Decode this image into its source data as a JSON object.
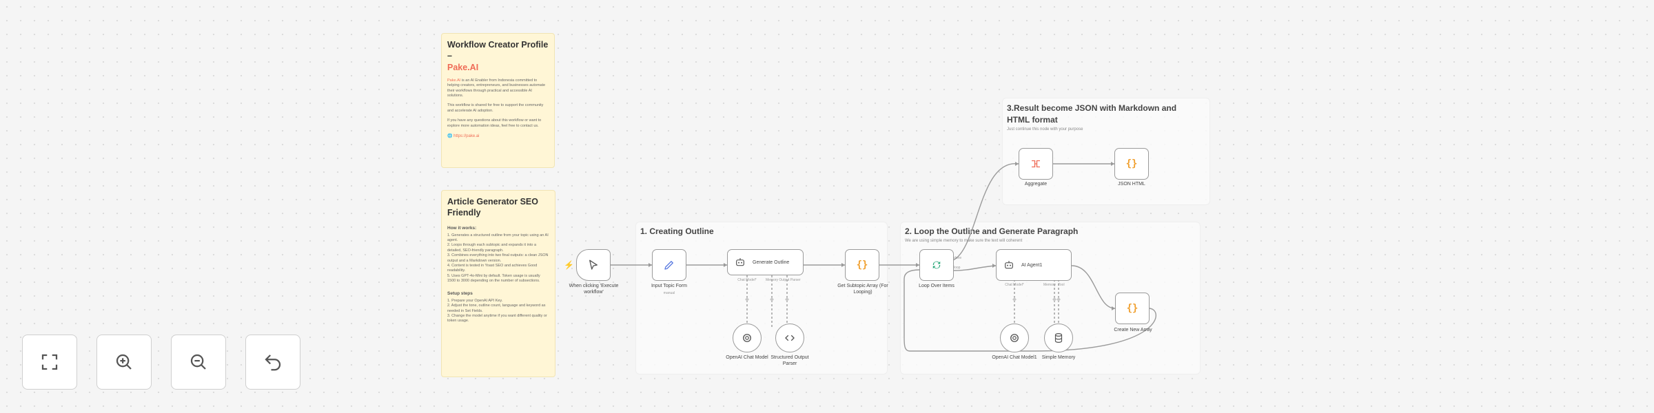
{
  "sticky_profile": {
    "title": "Workflow Creator Profile –",
    "brand": "Pake.AI",
    "para1_brand": "Pake.AI",
    "para1": " is an AI Enabler from Indonesia committed to helping creators, entrepreneurs, and businesses automate their workflows through practical and accessible AI solutions.",
    "para2": "This workflow is shared for free to support the community and accelerate AI adoption.",
    "para3": "If you have any questions about this workflow or want to explore more automation ideas, feel free to contact us.",
    "link": "https://pake.ai"
  },
  "sticky_article": {
    "title": "Article Generator SEO Friendly",
    "how_title": "How it works:",
    "how_items": [
      "1. Generates a structured outline from your topic using an AI agent.",
      "2. Loops through each subtopic and expands it into a detailed, SEO-friendly paragraph.",
      "3. Combines everything into two final outputs: a clean JSON output and a Markdown version.",
      "4. Content is tested in Yoast SEO and achieves Good readability.",
      "5. Uses GPT-4o-Mini by default. Token usage is usually 1500 to 3000 depending on the number of subsections."
    ],
    "setup_title": "Setup steps",
    "setup_items": [
      "1. Prepare your OpenAI API Key.",
      "2. Adjust the tone, outline count, language and keyword as needed in Set Fields.",
      "3. Change the model anytime if you want different quality or token usage."
    ]
  },
  "groups": {
    "outline": {
      "title": "1. Creating Outline"
    },
    "loop": {
      "title": "2. Loop the Outline and Generate Paragraph",
      "subtitle": "We are using simple memory to make sure the text will coherent"
    },
    "result": {
      "title": "3.Result become JSON with Markdown and HTML format",
      "subtitle": "Just continue this node with your purpose"
    }
  },
  "nodes": {
    "trigger": {
      "label": "When clicking 'Execute workflow'",
      "icon": "cursor-icon"
    },
    "input_topic": {
      "label": "Input Topic Form",
      "sublabel": "manual",
      "icon": "pencil-icon"
    },
    "generate_outline": {
      "label": "Generate Outline",
      "icon": "robot-icon",
      "ports": [
        "Chat Model*",
        "Memory",
        "Output Parser"
      ]
    },
    "get_subtopic": {
      "label": "Get Subtopic Array (For Looping)",
      "icon": "braces-icon"
    },
    "loop_items": {
      "label": "Loop Over Items",
      "icon": "loop-icon"
    },
    "ai_agent": {
      "label": "AI Agent1",
      "icon": "robot-icon",
      "ports": [
        "Chat Model*",
        "Memory",
        "Tool"
      ]
    },
    "create_array": {
      "label": "Create New Array",
      "icon": "braces-icon"
    },
    "aggregate": {
      "label": "Aggregate",
      "icon": "aggregate-icon"
    },
    "json_html": {
      "label": "JSON HTML",
      "icon": "braces-icon"
    },
    "openai_1": {
      "label": "OpenAI Chat Model",
      "icon": "openai-icon"
    },
    "output_parser": {
      "label": "Structured Output Parser",
      "icon": "code-icon"
    },
    "openai_2": {
      "label": "OpenAI Chat Model1",
      "icon": "openai-icon"
    },
    "simple_memory": {
      "label": "Simple Memory",
      "icon": "database-icon"
    },
    "loop_ports": [
      "done",
      "loop"
    ]
  },
  "controls": [
    {
      "name": "fit-view-button",
      "icon": "fullscreen-icon"
    },
    {
      "name": "zoom-in-button",
      "icon": "zoom-in-icon"
    },
    {
      "name": "zoom-out-button",
      "icon": "zoom-out-icon"
    },
    {
      "name": "reset-button",
      "icon": "undo-icon"
    }
  ],
  "colors": {
    "sticky_bg": "#fff6d6",
    "accent": "#ef6c57",
    "braces": "#f0a030",
    "loop": "#2aa87a",
    "edit": "#5b7be0",
    "connection": "#9a9a9a"
  }
}
